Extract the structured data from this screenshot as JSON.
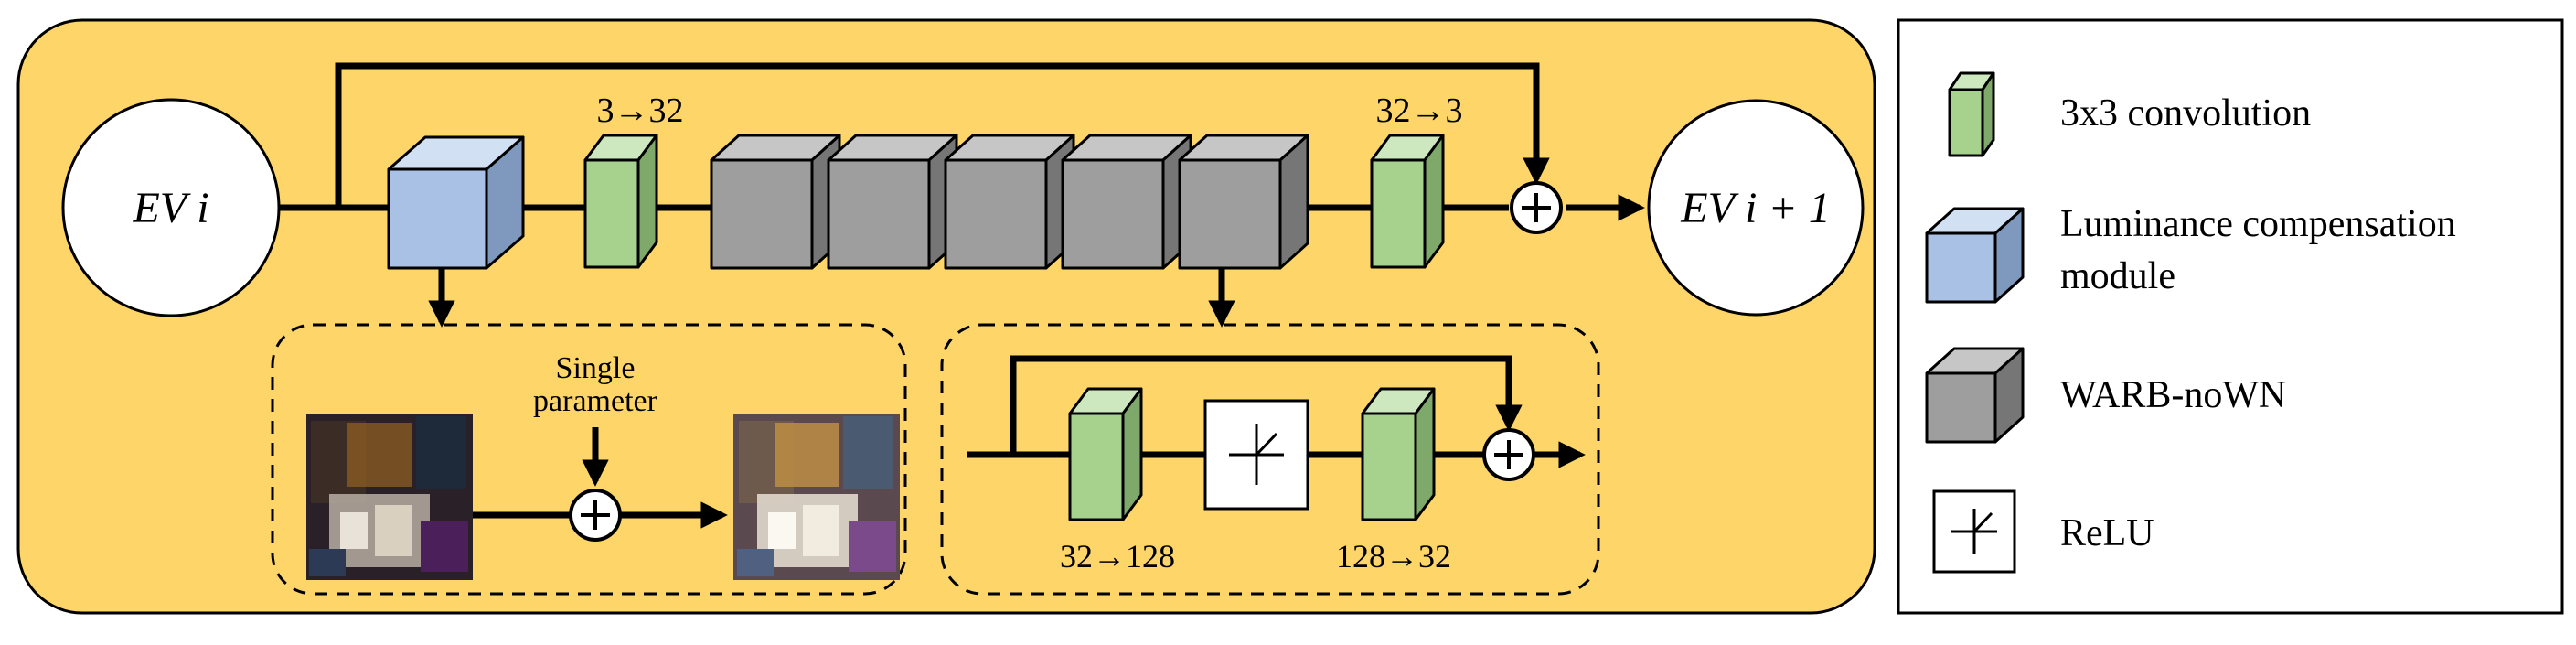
{
  "nodes": {
    "input_label": "EV i",
    "output_label": "EV i + 1"
  },
  "channels": {
    "first_conv": "3→32",
    "last_conv": "32→3",
    "inner_conv1": "32→128",
    "inner_conv2": "128→32"
  },
  "lcm_detail": {
    "param_line1": "Single",
    "param_line2": "parameter"
  },
  "legend": {
    "items": [
      {
        "icon": "green-conv-block-icon",
        "label_lines": [
          "3x3 convolution"
        ]
      },
      {
        "icon": "blue-cube-icon",
        "label_lines": [
          "Luminance compensation",
          "module"
        ]
      },
      {
        "icon": "gray-cube-icon",
        "label_lines": [
          "WARB-noWN"
        ]
      },
      {
        "icon": "relu-icon",
        "label_lines": [
          "ReLU"
        ]
      }
    ]
  },
  "colors": {
    "panel_bg": "#FDD568",
    "conv": "#A6D28E",
    "lcm": "#A9C1E5",
    "warb": "#9E9E9E",
    "line": "#000000"
  }
}
